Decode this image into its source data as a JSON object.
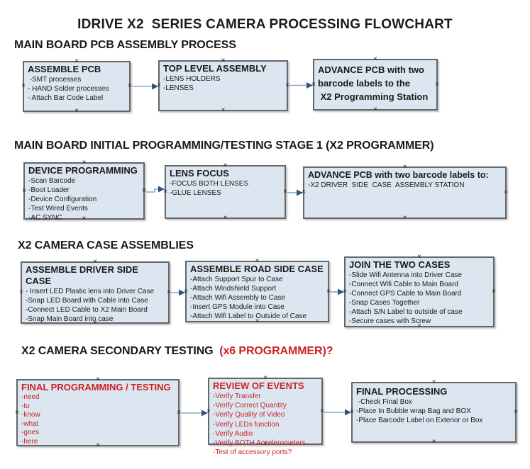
{
  "title": "IDRIVE X2  SERIES CAMERA PROCESSING FLOWCHART",
  "colors": {
    "box_fill": "#dce6f1",
    "box_border": "#63666b",
    "red_text": "#cc2222",
    "connector_line": "#8fa5c6",
    "connector_arrow": "#2f5584"
  },
  "sections": [
    {
      "header": "MAIN BOARD PCB ASSEMBLY PROCESS"
    },
    {
      "header": "MAIN BOARD INITIAL PROGRAMMING/TESTING STAGE 1 (X2 PROGRAMMER)"
    },
    {
      "header": "X2 CAMERA CASE ASSEMBLIES"
    },
    {
      "header": "X2 CAMERA SECONDARY TESTING  ",
      "header_red": "(x6 PROGRAMMER)?"
    }
  ],
  "boxes": {
    "assemble_pcb": {
      "title": "ASSEMBLE PCB",
      "items": [
        " -SMT processes",
        "- HAND Solder processes",
        "- Attach Bar Code Label"
      ]
    },
    "top_level_assembly": {
      "title": "TOP LEVEL ASSEMBLY",
      "items": [
        "-LENS HOLDERS",
        "-LENSES"
      ]
    },
    "advance_pcb_station": {
      "lines": [
        "ADVANCE PCB with two",
        "barcode labels to the",
        " X2 Programming Station"
      ]
    },
    "device_programming": {
      "title": "DEVICE PROGRAMMING",
      "items": [
        "-Scan Barcode",
        "-Boot Loader",
        "-Device Configuration",
        "-Test Wired Events",
        "-AC SYNC"
      ]
    },
    "lens_focus": {
      "title": "LENS FOCUS",
      "items": [
        "-FOCUS BOTH LENSES",
        "-GLUE LENSES"
      ]
    },
    "advance_pcb_driver": {
      "title": "ADVANCE PCB with two barcode labels to:",
      "items": [
        "-X2 DRIVER  SIDE  CASE  ASSEMBLY STATION"
      ]
    },
    "assemble_driver_case": {
      "title": "ASSEMBLE DRIVER SIDE CASE",
      "items": [
        "- Insert LED Plastic lens into Driver Case",
        "-Snap LED Board with Cable into Case",
        "-Connect LED Cable to X2 Main Board",
        "-Snap Main Board into case"
      ]
    },
    "assemble_road_case": {
      "title": "ASSEMBLE ROAD SIDE CASE",
      "items": [
        "-Attach Support Spur to Case",
        "-Attach Windshield Support",
        "-Attach Wifi Assembly to Case",
        "-Insert GPS Module into Case",
        "-Attach Wifi Label to Outside of Case"
      ]
    },
    "join_two_cases": {
      "title": "JOIN THE TWO CASES",
      "items": [
        "-Slide Wifi Antenna into Driver Case",
        "-Connect Wifi Cable to Main Board",
        "-Connect GPS Cable to Main Board",
        "-Snap Cases Together",
        "-Attach S/N Label to outside of case",
        "-Secure cases with Screw"
      ]
    },
    "final_programming": {
      "title": "FINAL PROGRAMMING / TESTING",
      "items": [
        "-need",
        "-to",
        "-know",
        "-what",
        "-goes",
        "-here"
      ]
    },
    "review_of_events": {
      "title": "REVIEW OF EVENTS",
      "items": [
        "-Verify Transfer",
        "-Verify Correct Quantity",
        "-Verify Quality of Video",
        "-Verify LEDs function",
        "-Verify Audio",
        "-Verify BOTH Accelerometers",
        "-Test of accessory ports?"
      ]
    },
    "final_processing": {
      "title": "FINAL PROCESSING",
      "items": [
        " -Check Final Box",
        "-Place In Bubble wrap Bag and BOX",
        "-Place Barcode Label on Exterior or Box"
      ]
    }
  }
}
